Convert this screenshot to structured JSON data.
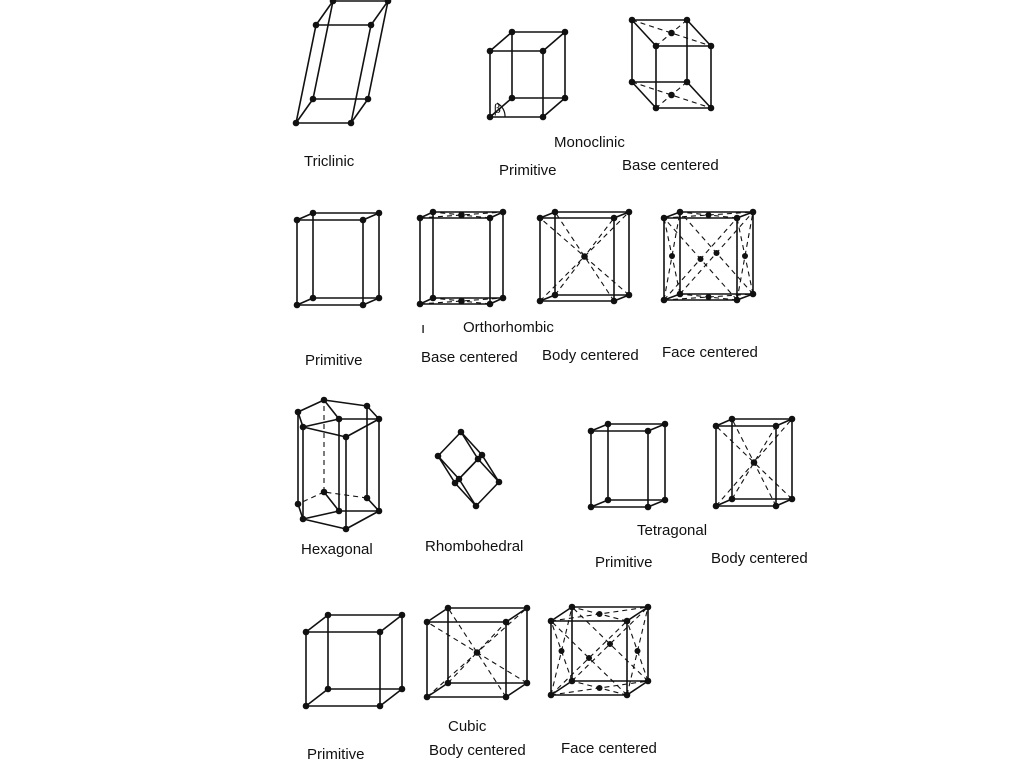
{
  "groups": {
    "monoclinic": "Monoclinic",
    "orthorhombic": "Orthorhombic",
    "tetragonal": "Tetragonal",
    "cubic": "Cubic"
  },
  "stray_mark": "ı",
  "labels": {
    "triclinic": "Triclinic",
    "mono_primitive": "Primitive",
    "mono_base": "Base centered",
    "ortho_primitive": "Primitive",
    "ortho_base": "Base centered",
    "ortho_body": "Body centered",
    "ortho_face": "Face centered",
    "hexagonal": "Hexagonal",
    "rhombohedral": "Rhombohedral",
    "tetra_primitive": "Primitive",
    "tetra_body": "Body centered",
    "cubic_primitive": "Primitive",
    "cubic_body": "Body centered",
    "cubic_face": "Face centered"
  },
  "angle_symbol": "β",
  "lattices": [
    {
      "key": "triclinic",
      "centering": "primitive"
    },
    {
      "key": "mono_primitive",
      "centering": "primitive"
    },
    {
      "key": "mono_base",
      "centering": "base"
    },
    {
      "key": "ortho_primitive",
      "centering": "primitive"
    },
    {
      "key": "ortho_base",
      "centering": "base"
    },
    {
      "key": "ortho_body",
      "centering": "body"
    },
    {
      "key": "ortho_face",
      "centering": "face"
    },
    {
      "key": "hexagonal",
      "centering": "hexagonal"
    },
    {
      "key": "rhombohedral",
      "centering": "primitive"
    },
    {
      "key": "tetra_primitive",
      "centering": "primitive"
    },
    {
      "key": "tetra_body",
      "centering": "body"
    },
    {
      "key": "cubic_primitive",
      "centering": "primitive"
    },
    {
      "key": "cubic_body",
      "centering": "body"
    },
    {
      "key": "cubic_face",
      "centering": "face"
    }
  ]
}
